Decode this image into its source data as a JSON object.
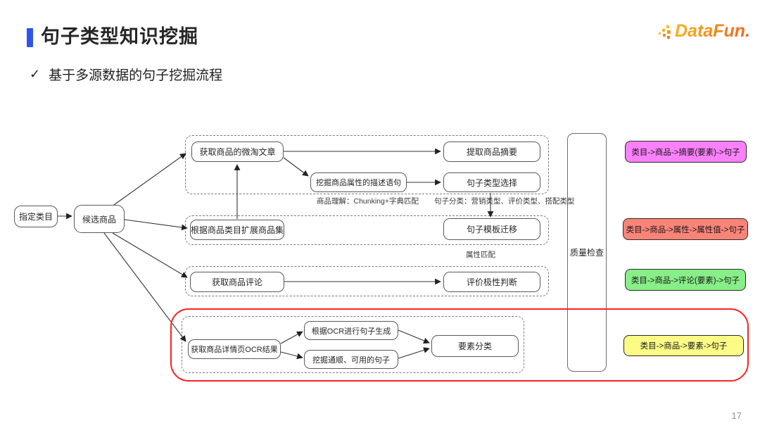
{
  "header": {
    "title": "句子类型知识挖掘",
    "check": "✓",
    "bullet": "基于多源数据的句子挖掘流程",
    "logo_text": "DataFun.",
    "page_number": "17"
  },
  "colors": {
    "accent_blue": "#2f54eb",
    "highlight_red": "#fb2222",
    "logo_orange_start": "#f6b21b",
    "logo_orange_end": "#f4641e"
  },
  "flow": {
    "nodes": {
      "assign_category": "指定类目",
      "candidate_items": "候选商品",
      "get_weitao": "获取商品的微淘文章",
      "extract_summary": "提取商品摘要",
      "mine_attr_desc": "挖掘商品属性的描述语句",
      "sentence_type_select": "句子类型选择",
      "expand_items": "根据商品类目扩展商品集",
      "template_transfer": "句子模板迁移",
      "get_reviews": "获取商品评论",
      "polarity_judge": "评价极性判断",
      "get_ocr": "获取商品详情页OCR结果",
      "ocr_sentence_gen": "根据OCR进行句子生成",
      "mine_fluent": "挖掘通顺、可用的句子",
      "element_classify": "要素分类",
      "quality_check": "质量检查"
    },
    "notes": {
      "chunking": "商品理解：Chunking+字典匹配",
      "sentence_class": "句子分类：营销类型、评价类型、搭配类型",
      "attr_match": "属性匹配"
    },
    "outputs": [
      {
        "label": "类目->商品->摘要(要素)->句子",
        "color": "#fb80fb"
      },
      {
        "label": "类目->商品->属性->属性值->句子",
        "color": "#fa8478"
      },
      {
        "label": "类目->商品->评论(要素)->句子",
        "color": "#88ee88"
      },
      {
        "label": "类目->商品->要素->句子",
        "color": "#fbfb86"
      }
    ]
  }
}
